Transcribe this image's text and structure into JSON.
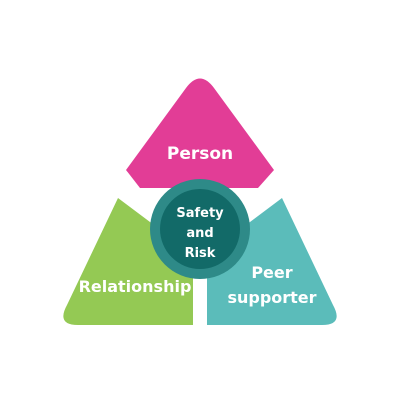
{
  "diagram": {
    "segments": [
      {
        "id": "top",
        "label": "Person",
        "color": "#e23d96"
      },
      {
        "id": "left",
        "label": "Relationship",
        "color": "#94c954"
      },
      {
        "id": "right",
        "label_lines": [
          "Peer",
          "supporter"
        ],
        "color": "#5bbcba"
      }
    ],
    "center": {
      "label_lines": [
        "Safety",
        "and",
        "Risk"
      ],
      "fill_color": "#126a68",
      "ring_color": "#2e8a88"
    }
  }
}
